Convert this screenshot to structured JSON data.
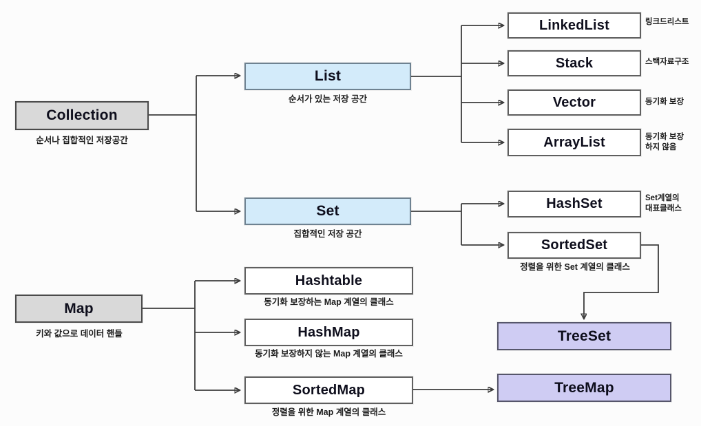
{
  "diagram": {
    "title_implicit": "Java Collection Framework hierarchy",
    "colors": {
      "root_fill": "#d9d9d9",
      "interface_fill": "#d3ebfa",
      "class_fill": "#ffffff",
      "tree_fill": "#cfccf3",
      "line": "#3c3c3c"
    },
    "nodes": {
      "collection": {
        "label": "Collection",
        "caption": "순서나 집합적인 저장공간"
      },
      "list": {
        "label": "List",
        "caption": "순서가 있는 저장 공간"
      },
      "set": {
        "label": "Set",
        "caption": "집합적인 저장 공간"
      },
      "linkedlist": {
        "label": "LinkedList",
        "note": "링크드리스트"
      },
      "stack": {
        "label": "Stack",
        "note": "스택자료구조"
      },
      "vector": {
        "label": "Vector",
        "note": "동기화 보장"
      },
      "arraylist": {
        "label": "ArrayList",
        "note": "동기화 보장\n하지 않음"
      },
      "hashset": {
        "label": "HashSet",
        "note": "Set계열의\n대표클래스"
      },
      "sortedset": {
        "label": "SortedSet",
        "caption": "정렬을 위한 Set 계열의 클래스"
      },
      "treeset": {
        "label": "TreeSet"
      },
      "map": {
        "label": "Map",
        "caption": "키와 값으로 데이터 핸들"
      },
      "hashtable": {
        "label": "Hashtable",
        "caption": "동기화 보장하는 Map 계열의 클래스"
      },
      "hashmap": {
        "label": "HashMap",
        "caption": "동기화 보장하지 않는 Map 계열의 클래스"
      },
      "sortedmap": {
        "label": "SortedMap",
        "caption": "정렬을 위한 Map 계열의 클래스"
      },
      "treemap": {
        "label": "TreeMap"
      }
    },
    "edges": [
      {
        "from": "collection",
        "to": "list"
      },
      {
        "from": "collection",
        "to": "set"
      },
      {
        "from": "list",
        "to": "linkedlist"
      },
      {
        "from": "list",
        "to": "stack"
      },
      {
        "from": "list",
        "to": "vector"
      },
      {
        "from": "list",
        "to": "arraylist"
      },
      {
        "from": "set",
        "to": "hashset"
      },
      {
        "from": "set",
        "to": "sortedset"
      },
      {
        "from": "sortedset",
        "to": "treeset"
      },
      {
        "from": "map",
        "to": "hashtable"
      },
      {
        "from": "map",
        "to": "hashmap"
      },
      {
        "from": "map",
        "to": "sortedmap"
      },
      {
        "from": "sortedmap",
        "to": "treemap"
      }
    ]
  }
}
